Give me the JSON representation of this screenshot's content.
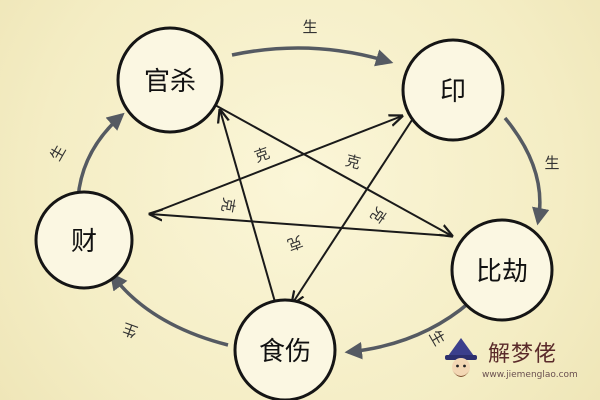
{
  "nodes": {
    "guansha": "官杀",
    "yin": "印",
    "bijie": "比劫",
    "shishang": "食伤",
    "cai": "财"
  },
  "sheng_label": "生",
  "ke_label": "克",
  "watermark": {
    "title": "解梦佬",
    "url": "www.jiemenglao.com"
  },
  "colors": {
    "background": "#f6f0c9",
    "node_fill": "#fbf7e2",
    "node_stroke": "#151515",
    "sheng_arrow": "#555a62",
    "ke_line": "#1a1a1a"
  }
}
